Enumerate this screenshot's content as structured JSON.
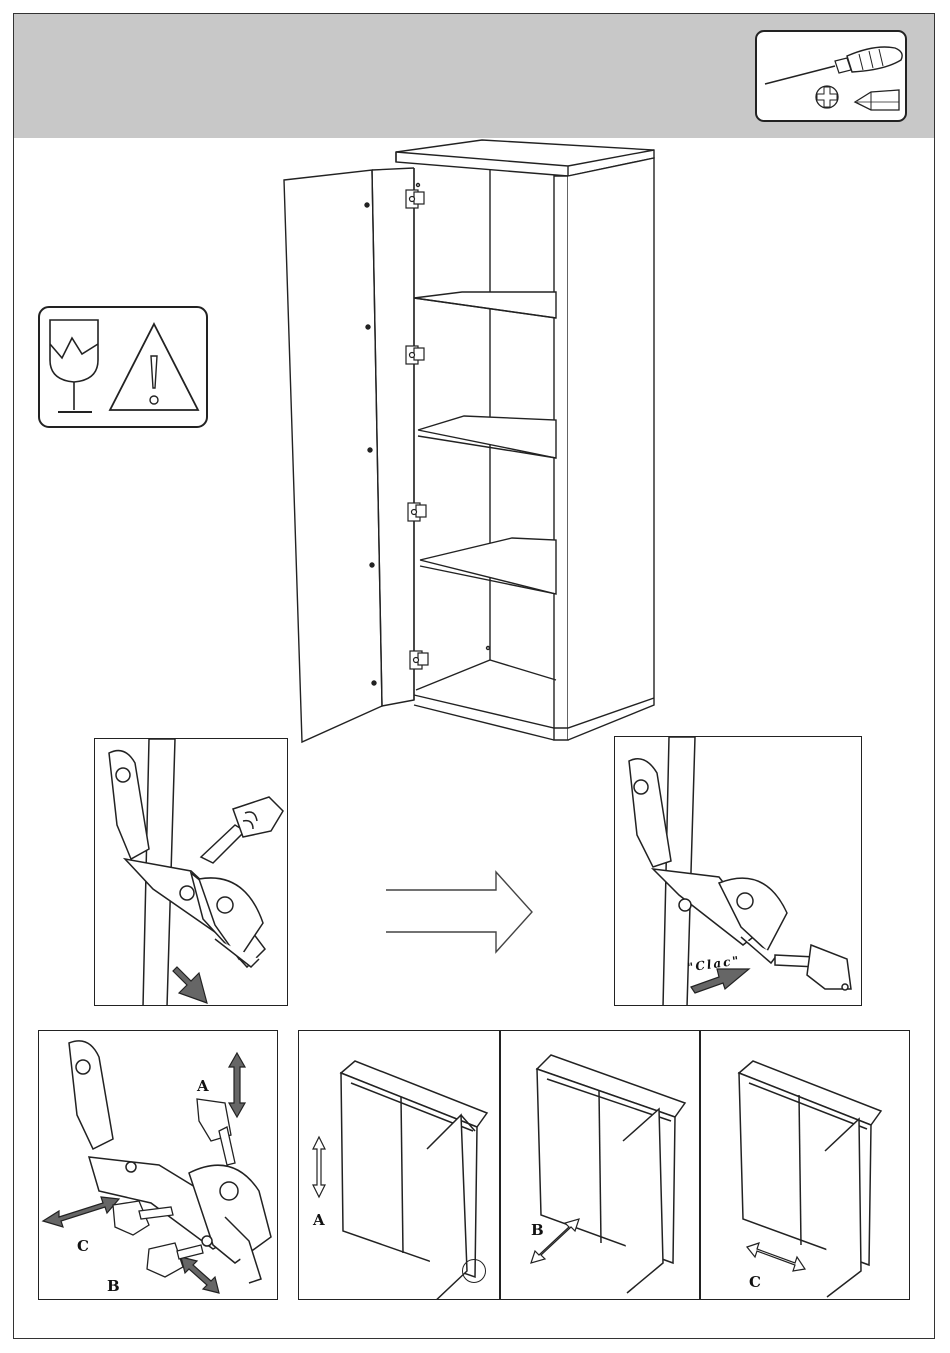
{
  "document": {
    "type": "assembly instruction page",
    "colors": {
      "header_band": "#c8c8c8",
      "line": "#222222",
      "arrow_fill": "#666666"
    }
  },
  "tools": {
    "icons": [
      "screwdriver-icon",
      "phillips-head-icon",
      "flat-head-icon"
    ]
  },
  "warnings": {
    "icons": [
      "fragile-glass-icon",
      "caution-triangle-icon"
    ]
  },
  "hinge_clip": {
    "before": {
      "icons": [
        "pointing-hand-icon",
        "push-arrow-icon"
      ]
    },
    "after": {
      "sound_label": "\"Clac\"",
      "icons": [
        "pointing-hand-icon",
        "push-arrow-icon"
      ]
    }
  },
  "hinge_adjustment": {
    "labels": {
      "a": "A",
      "b": "B",
      "c": "C"
    }
  },
  "door_adjustments": [
    {
      "label": "A",
      "direction": "vertical"
    },
    {
      "label": "B",
      "direction": "depth"
    },
    {
      "label": "C",
      "direction": "lateral"
    }
  ]
}
